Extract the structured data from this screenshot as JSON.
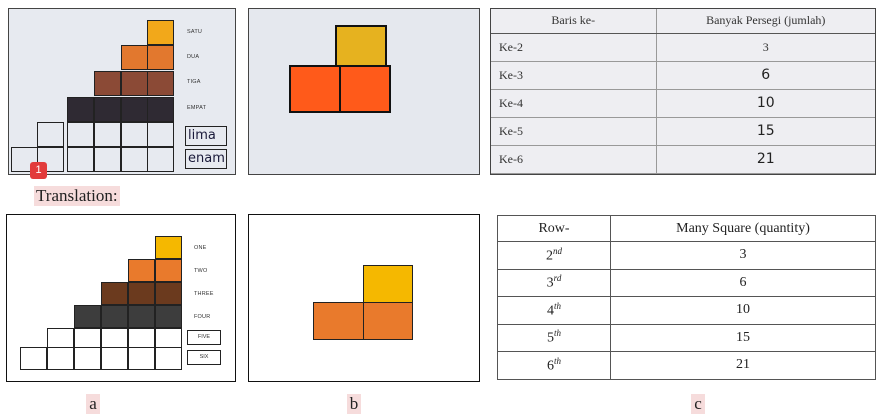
{
  "colors": {
    "yellow": "#f5b800",
    "orange": "#e97a2c",
    "brown": "#6b3a1e",
    "dark": "#3d3d3d",
    "photo_orange": "#ff5a1a",
    "photo_yellow": "#e8b21c",
    "highlight": "#f6dcdc",
    "badge_red": "#e23b3b"
  },
  "photo_a": {
    "labels": [
      "SATU",
      "DUA",
      "TIGA",
      "EMPAT"
    ],
    "handwritten": [
      "lima",
      "enam"
    ]
  },
  "photo_c": {
    "headers": [
      "Baris ke-",
      "Banyak Persegi (jumlah)"
    ],
    "rows": [
      {
        "row": "Ke-2",
        "value": "3"
      },
      {
        "row": "Ke-3",
        "value": "6"
      },
      {
        "row": "Ke-4",
        "value": "10"
      },
      {
        "row": "Ke-5",
        "value": "15"
      },
      {
        "row": "Ke-6",
        "value": "21"
      }
    ]
  },
  "badge": "1",
  "translation_label": "Translation:",
  "diagram_a": {
    "labels": [
      "ONE",
      "TWO",
      "THREE",
      "FOUR"
    ],
    "box_labels": [
      "FIVE",
      "SIX"
    ]
  },
  "table_c": {
    "headers": [
      "Row-",
      "Many Square (quantity)"
    ],
    "rows": [
      {
        "num": "2",
        "suffix": "nd",
        "value": "3"
      },
      {
        "num": "3",
        "suffix": "rd",
        "value": "6"
      },
      {
        "num": "4",
        "suffix": "th",
        "value": "10"
      },
      {
        "num": "5",
        "suffix": "th",
        "value": "15"
      },
      {
        "num": "6",
        "suffix": "th",
        "value": "21"
      }
    ]
  },
  "captions": [
    "a",
    "b",
    "c"
  ]
}
